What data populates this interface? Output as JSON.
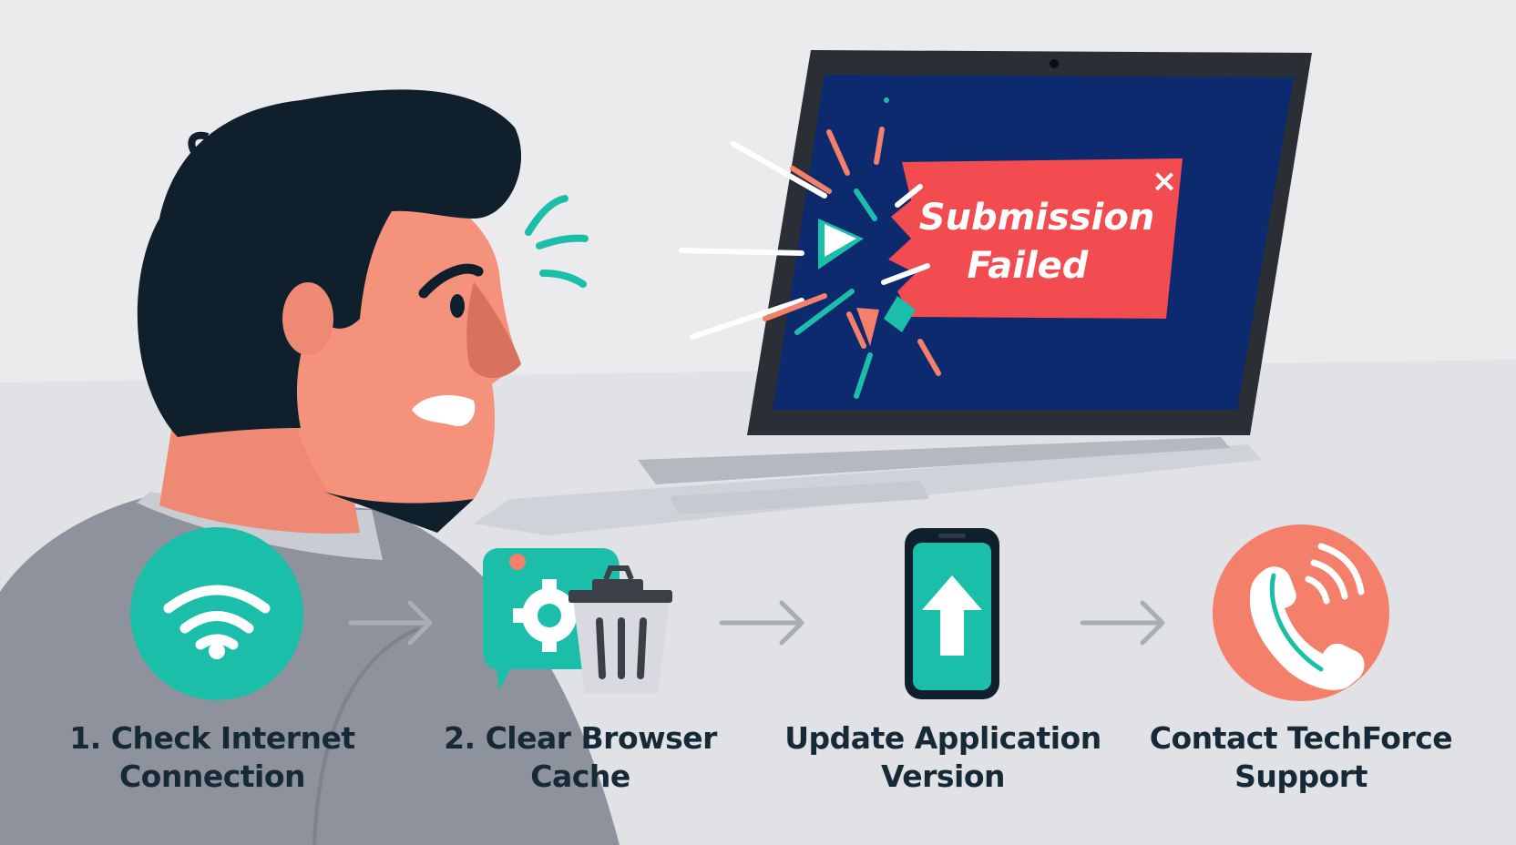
{
  "error_dialog": {
    "line1": "Submission",
    "line2": "Failed",
    "close_glyph": "×"
  },
  "steps": [
    {
      "icon": "wifi-icon",
      "line1": "1. Check Internet",
      "line2": "Connection"
    },
    {
      "icon": "clear-cache-icon",
      "line1": "2. Clear Browser",
      "line2": "Cache"
    },
    {
      "icon": "phone-update-icon",
      "line1": "Update Application",
      "line2": "Version"
    },
    {
      "icon": "support-phone-icon",
      "line1": "Contact TechForce",
      "line2": "Support"
    }
  ],
  "colors": {
    "background": "#ebebed",
    "teal": "#1bbfa9",
    "coral": "#f47f6b",
    "error_red": "#f24c50",
    "screen_navy": "#0d2a6e",
    "hair": "#0f1f2b",
    "skin": "#f4927c",
    "shirt": "#8d929d",
    "text": "#152a36"
  }
}
